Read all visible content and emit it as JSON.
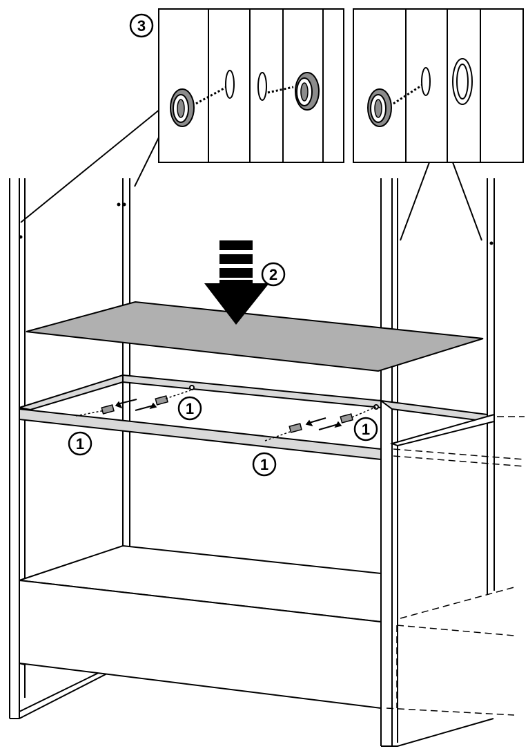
{
  "diagram": {
    "step_markers": [
      {
        "id": "step-3",
        "label": "3"
      },
      {
        "id": "step-2",
        "label": "2"
      },
      {
        "id": "step-1-center",
        "label": "1"
      },
      {
        "id": "step-1-left",
        "label": "1"
      },
      {
        "id": "step-1-bottom",
        "label": "1"
      },
      {
        "id": "step-1-right",
        "label": "1"
      }
    ]
  },
  "colors": {
    "line": "#000000",
    "shelf_fill": "#b0b0b0",
    "rail_fill": "#d9d9d9",
    "plug_fill": "#8c8c8c",
    "background": "#ffffff"
  }
}
